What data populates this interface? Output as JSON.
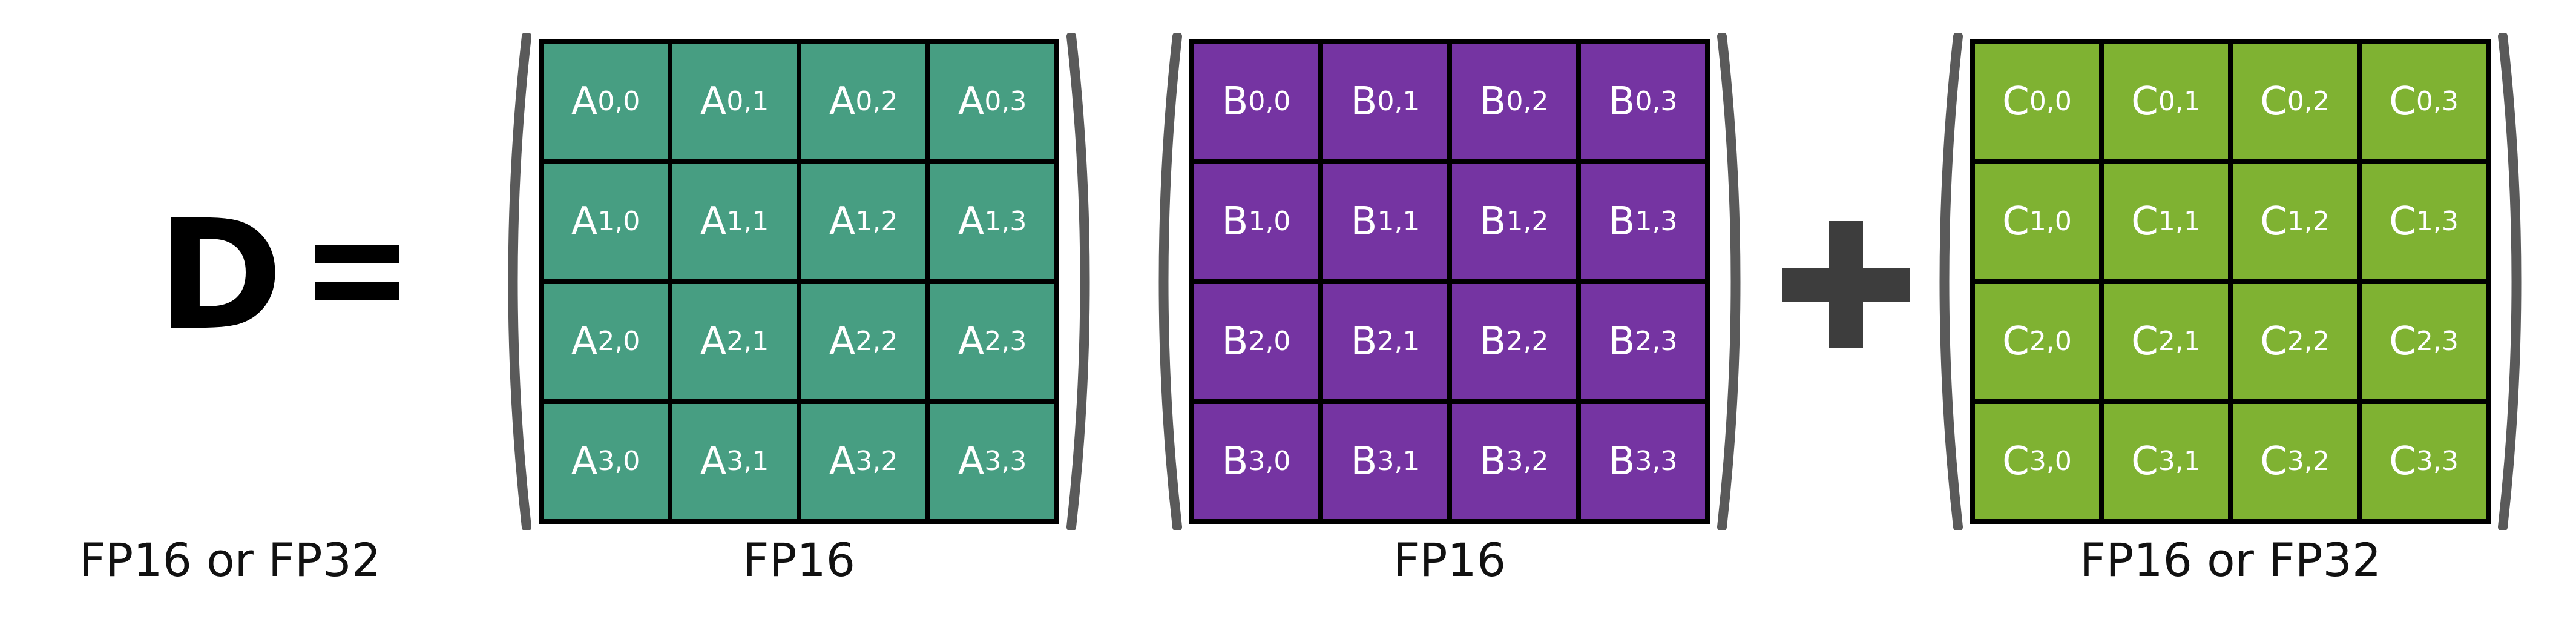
{
  "equation": {
    "result_symbol": "D",
    "equals_symbol": "=",
    "plus_symbol": "+",
    "result_label": "FP16 or FP32"
  },
  "matrices": [
    {
      "name": "A",
      "label": "FP16",
      "color": "#479e82",
      "cells": [
        [
          "0,0",
          "0,1",
          "0,2",
          "0,3"
        ],
        [
          "1,0",
          "1,1",
          "1,2",
          "1,3"
        ],
        [
          "2,0",
          "2,1",
          "2,2",
          "2,3"
        ],
        [
          "3,0",
          "3,1",
          "3,2",
          "3,3"
        ]
      ]
    },
    {
      "name": "B",
      "label": "FP16",
      "color": "#7534a2",
      "cells": [
        [
          "0,0",
          "0,1",
          "0,2",
          "0,3"
        ],
        [
          "1,0",
          "1,1",
          "1,2",
          "1,3"
        ],
        [
          "2,0",
          "2,1",
          "2,2",
          "2,3"
        ],
        [
          "3,0",
          "3,1",
          "3,2",
          "3,3"
        ]
      ]
    },
    {
      "name": "C",
      "label": "FP16 or FP32",
      "color": "#7fb232",
      "cells": [
        [
          "0,0",
          "0,1",
          "0,2",
          "0,3"
        ],
        [
          "1,0",
          "1,1",
          "1,2",
          "1,3"
        ],
        [
          "2,0",
          "2,1",
          "2,2",
          "2,3"
        ],
        [
          "3,0",
          "3,1",
          "3,2",
          "3,3"
        ]
      ]
    }
  ],
  "colors": {
    "bracket": "#5a5a5a",
    "grid_line": "#000000",
    "plus": "#3d3d3d"
  }
}
